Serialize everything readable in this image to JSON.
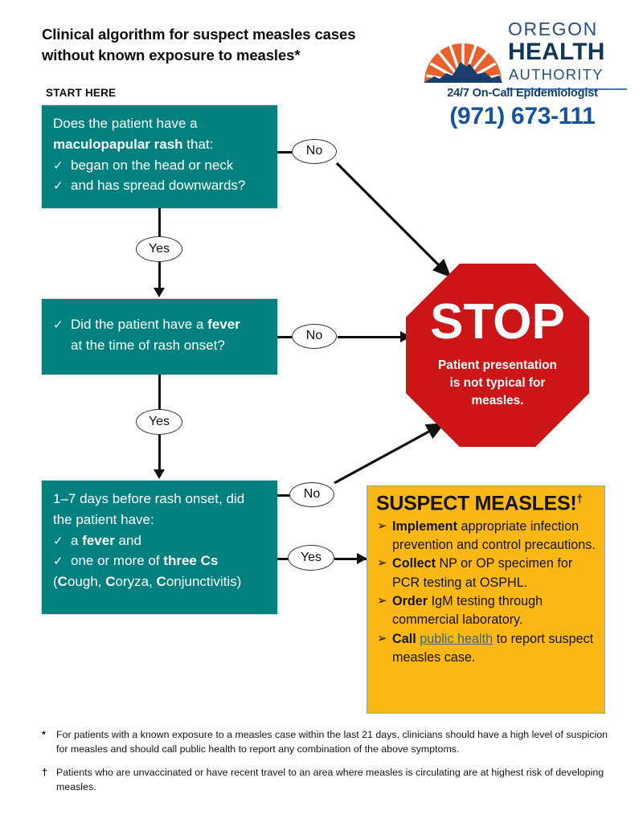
{
  "header": {
    "title_line1": "Clinical algorithm for suspect measles cases",
    "title_line2": "without known exposure to measles*",
    "start_here": "START HERE"
  },
  "logo": {
    "word1": "OREGON",
    "word2": "HEALTH",
    "word3": "AUTHORITY",
    "oncall_label": "24/7 On-Call Epidemiologist",
    "phone": "(971) 673-111",
    "sun_color": "#E8612C",
    "mountain_color": "#1B3E6F",
    "text_color": "#2B4F80"
  },
  "theme": {
    "teal": "#00807F",
    "red": "#CC1517",
    "orange": "#FBB713",
    "link_teal": "#2F6B7A"
  },
  "flow": {
    "box1": {
      "line1": "Does the patient have a",
      "line2_bold": "maculopapular rash",
      "line2_rest": " that:",
      "check1": "began on the head or neck",
      "check2": "and has spread downwards?",
      "checkmark": "✓"
    },
    "box2": {
      "checkmark": "✓",
      "line1_a": "Did the patient have a ",
      "line1_bold": "fever",
      "line2": "at the time of rash onset?"
    },
    "box3": {
      "line1": "1–7 days before rash onset, did",
      "line2": "the patient have:",
      "checkmark": "✓",
      "check1_a": "a ",
      "check1_bold": "fever",
      "check1_b": " and",
      "check2_a": "one or more of ",
      "check2_bold": "three Cs",
      "line5": "(Cough, Coryza, Conjunctivitis)"
    },
    "connectors": {
      "no1": "No",
      "yes1": "Yes",
      "no2": "No",
      "yes2": "Yes",
      "no3": "No",
      "yes3": "Yes"
    }
  },
  "stop": {
    "word": "STOP",
    "sub_line1": "Patient presentation",
    "sub_line2": "is not typical for",
    "sub_line3": "measles."
  },
  "suspect": {
    "title": "SUSPECT MEASLES!",
    "title_dagger": "†",
    "bullet_glyph": "➢",
    "items": [
      {
        "lead": "Implement",
        "rest": " appropriate infection prevention and control precautions."
      },
      {
        "lead": "Collect",
        "rest": " NP or OP specimen for PCR testing at OSPHL."
      },
      {
        "lead": "Order",
        "rest": " IgM testing through commercial laboratory."
      },
      {
        "lead": "Call",
        "link": "public health",
        "rest": " to report suspect measles case."
      }
    ]
  },
  "footnotes": [
    {
      "mark": "*",
      "text": "For patients with a known exposure to a measles case within the last 21 days, clinicians should have a high level of suspicion for measles and should call public health to report any combination of the above symptoms."
    },
    {
      "mark": "†",
      "text": "Patients who are unvaccinated or have recent travel to an area where measles is circulating are at highest risk of developing measles."
    }
  ]
}
